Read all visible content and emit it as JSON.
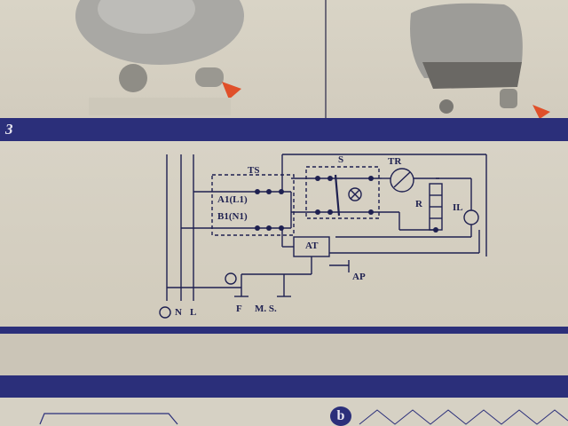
{
  "section_number": "3",
  "badge_letter": "b",
  "diagram": {
    "ts_label": "TS",
    "s_label": "S",
    "tr_label": "TR",
    "r_label": "R",
    "il_label": "IL",
    "a1_label": "A1(L1)",
    "b1_label": "B1(N1)",
    "at_label": "AT",
    "ap_label": "AP",
    "f_label": "F",
    "ms_label": "M. S.",
    "n_label": "N",
    "l_label": "L"
  },
  "colors": {
    "band": "#2b2f7a",
    "ink": "#1e2050",
    "paper": "#d5d0c2",
    "arrow": "#e0502a"
  }
}
